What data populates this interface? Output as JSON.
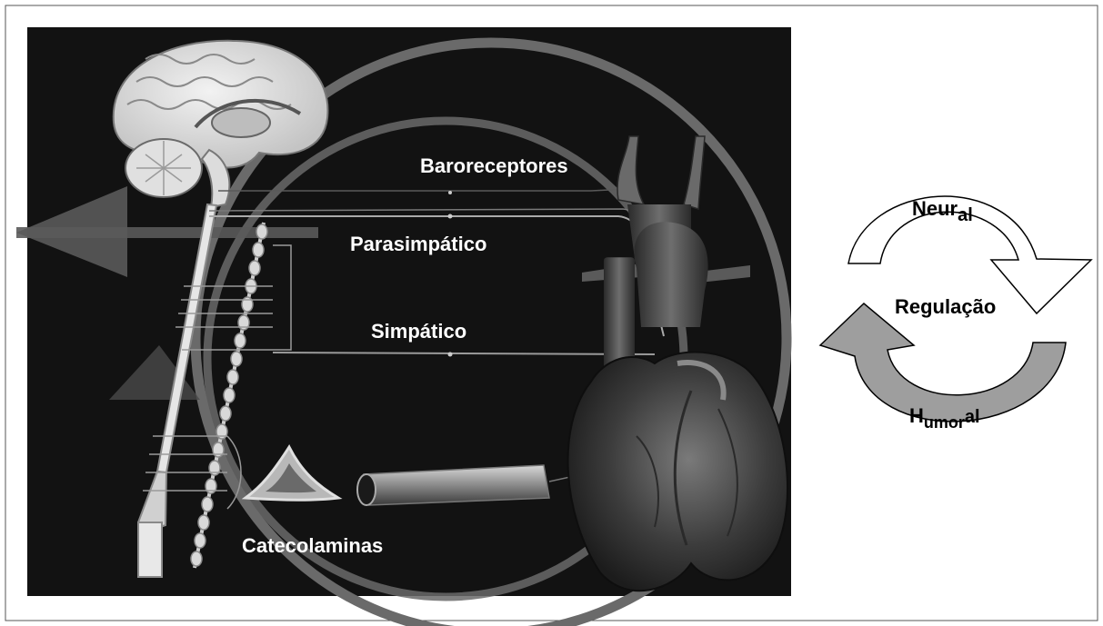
{
  "labels": {
    "baroreceptores": "Baroreceptores",
    "parasimpatico": "Parasimpático",
    "simpatico": "Simpático",
    "catecolaminas": "Catecolaminas"
  },
  "cycle": {
    "neural_main": "Neur",
    "neural_sub": "al",
    "center": "Regulação",
    "humoral_h": "H",
    "humoral_mid": "umor",
    "humoral_end": "al"
  },
  "colors": {
    "panel_background": "#121212",
    "guide_circle": "#6a6a6a",
    "neural_arrow_fill": "#ffffff",
    "humoral_arrow_fill": "#9e9e9e",
    "stroke": "#000000"
  },
  "icons": {
    "brain": "brain-icon",
    "spinal_cord": "spinal-cord-icon",
    "sympathetic_chain": "sympathetic-chain-icon",
    "adrenal_gland": "adrenal-gland-icon",
    "blood_vessel": "blood-vessel-icon",
    "heart": "heart-icon"
  }
}
